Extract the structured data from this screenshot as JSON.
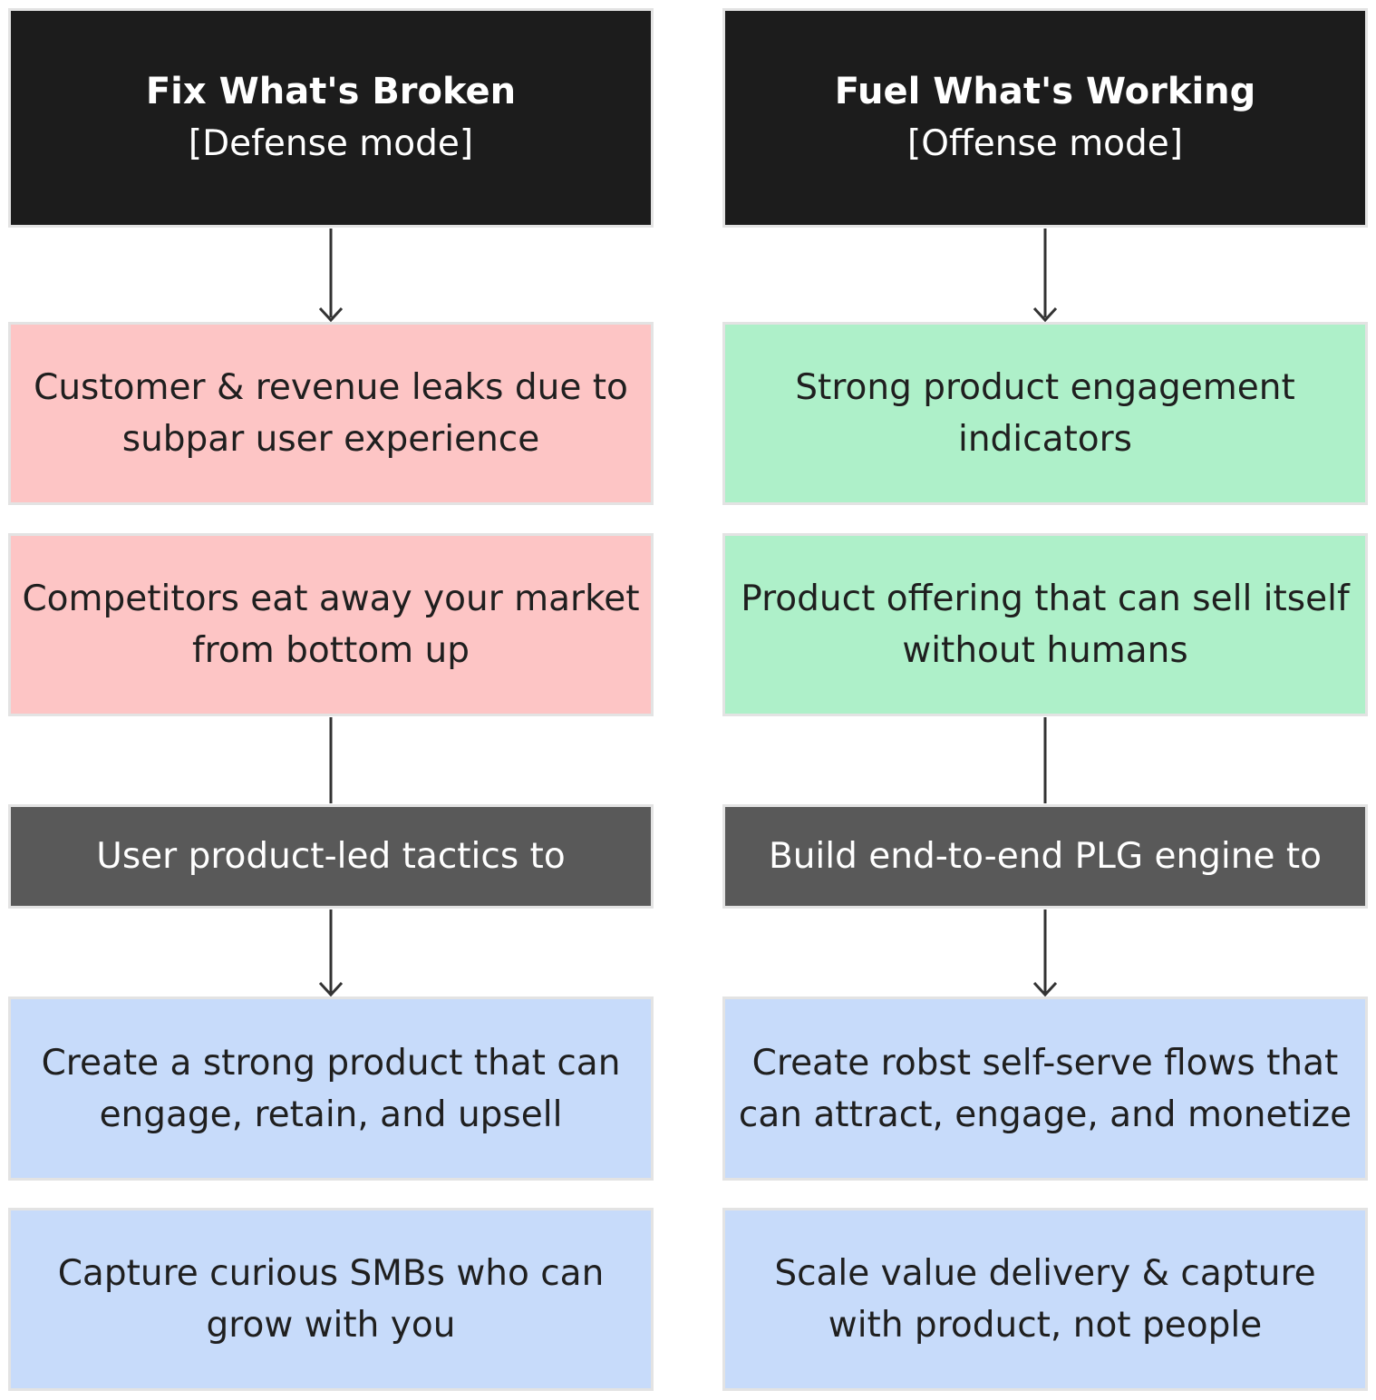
{
  "left": {
    "header": {
      "title": "Fix What's Broken",
      "subtitle": "[Defense mode]"
    },
    "problems": [
      "Customer & revenue leaks due to subpar user experience",
      "Competitors eat away your market from bottom up"
    ],
    "tactic": "User product-led tactics to",
    "outcomes": [
      "Create a strong product that can engage, retain, and upsell",
      "Capture curious SMBs who can grow with you"
    ]
  },
  "right": {
    "header": {
      "title": "Fuel What's Working",
      "subtitle": "[Offense mode]"
    },
    "problems": [
      "Strong product engagement indicators",
      "Product offering that can sell itself without humans"
    ],
    "tactic": "Build end-to-end PLG engine to",
    "outcomes": [
      "Create robst self-serve flows that can attract, engage, and monetize",
      "Scale value delivery & capture with product, not people"
    ]
  },
  "colors": {
    "header_bg": "#1c1c1c",
    "problem_left_bg": "#fdc5c5",
    "problem_right_bg": "#aef0c9",
    "tactic_bg": "#595959",
    "outcome_bg": "#c7dbfa",
    "connector": "#333333"
  }
}
